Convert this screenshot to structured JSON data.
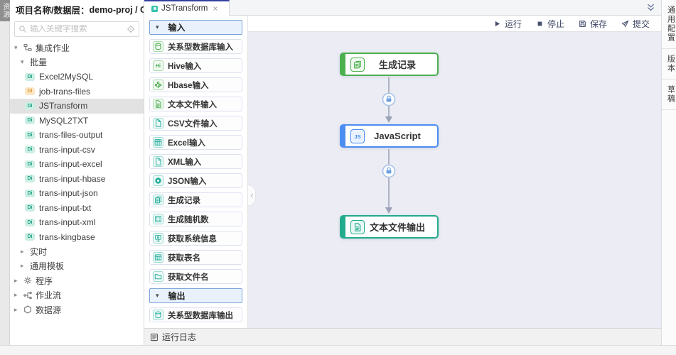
{
  "left_rail": {
    "tab": "资源"
  },
  "sidebar": {
    "title_label": "项目名称/数据层：",
    "title_value": "demo-proj / ODS",
    "search_placeholder": "输入关键字搜索",
    "badge_text": "Di",
    "tree": [
      {
        "label": "集成作业",
        "level": 0,
        "caret": "expanded",
        "icon": "tree"
      },
      {
        "label": "批量",
        "level": 1,
        "caret": "expanded"
      },
      {
        "label": "Excel2MySQL",
        "level": 2,
        "badge": "teal"
      },
      {
        "label": "job-trans-files",
        "level": 2,
        "badge": "orange"
      },
      {
        "label": "JSTransform",
        "level": 2,
        "badge": "teal",
        "selected": true
      },
      {
        "label": "MySQL2TXT",
        "level": 2,
        "badge": "teal"
      },
      {
        "label": "trans-files-output",
        "level": 2,
        "badge": "teal"
      },
      {
        "label": "trans-input-csv",
        "level": 2,
        "badge": "teal"
      },
      {
        "label": "trans-input-excel",
        "level": 2,
        "badge": "teal"
      },
      {
        "label": "trans-input-hbase",
        "level": 2,
        "badge": "teal"
      },
      {
        "label": "trans-input-json",
        "level": 2,
        "badge": "teal"
      },
      {
        "label": "trans-input-txt",
        "level": 2,
        "badge": "teal"
      },
      {
        "label": "trans-input-xml",
        "level": 2,
        "badge": "teal"
      },
      {
        "label": "trans-kingbase",
        "level": 2,
        "badge": "teal"
      },
      {
        "label": "实时",
        "level": 1,
        "caret": "collapsed"
      },
      {
        "label": "通用模板",
        "level": 1,
        "caret": "collapsed"
      },
      {
        "label": "程序",
        "level": 0,
        "caret": "collapsed",
        "icon": "gear"
      },
      {
        "label": "作业流",
        "level": 0,
        "caret": "collapsed",
        "icon": "flow"
      },
      {
        "label": "数据源",
        "level": 0,
        "caret": "collapsed",
        "icon": "datasource"
      }
    ]
  },
  "tab_bar": {
    "active_tab": "JSTransform",
    "close": "×"
  },
  "toolbar": {
    "run": "运行",
    "stop": "停止",
    "save": "保存",
    "submit": "提交"
  },
  "palette": {
    "sections": [
      {
        "header": "输入",
        "items": [
          {
            "label": "关系型数据库输入",
            "icon": "database",
            "color": "green"
          },
          {
            "label": "Hive输入",
            "icon": "hi",
            "color": "green"
          },
          {
            "label": "Hbase输入",
            "icon": "hbase",
            "color": "green"
          },
          {
            "label": "文本文件输入",
            "icon": "file-text",
            "color": "green"
          },
          {
            "label": "CSV文件输入",
            "icon": "file",
            "color": "teal"
          },
          {
            "label": "Excel输入",
            "icon": "grid",
            "color": "teal"
          },
          {
            "label": "XML输入",
            "icon": "file",
            "color": "teal"
          },
          {
            "label": "JSON输入",
            "icon": "json",
            "color": "teal"
          },
          {
            "label": "生成记录",
            "icon": "docs",
            "color": "teal"
          },
          {
            "label": "生成随机数",
            "icon": "random",
            "color": "teal"
          },
          {
            "label": "获取系统信息",
            "icon": "sysinfo",
            "color": "teal"
          },
          {
            "label": "获取表名",
            "icon": "table",
            "color": "teal"
          },
          {
            "label": "获取文件名",
            "icon": "folder",
            "color": "teal"
          }
        ]
      },
      {
        "header": "输出",
        "items": [
          {
            "label": "关系型数据库输出",
            "icon": "database",
            "color": "teal"
          }
        ]
      }
    ]
  },
  "canvas": {
    "nodes": [
      {
        "label": "生成记录",
        "icon": "docs",
        "color": "green"
      },
      {
        "label": "JavaScript",
        "icon": "js",
        "color": "blue"
      },
      {
        "label": "文本文件输出",
        "icon": "file-text",
        "color": "teal"
      }
    ]
  },
  "right_rail": {
    "items": [
      "通用配置",
      "版本",
      "草稿"
    ]
  },
  "log_bar": {
    "label": "运行日志"
  },
  "colors": {
    "tab_accent": "#33409e",
    "node_green": "#4cb04f",
    "node_blue": "#4b8df0",
    "node_teal": "#22ab8d",
    "palette_green": "#49a84d",
    "palette_teal": "#27ae9d",
    "badge_teal": "#1fa384",
    "badge_orange": "#e09a35",
    "canvas_bg": "#ebecf4",
    "edge_gray": "#9aa2b6",
    "edge_badge_blue": "#6d9fe0"
  }
}
